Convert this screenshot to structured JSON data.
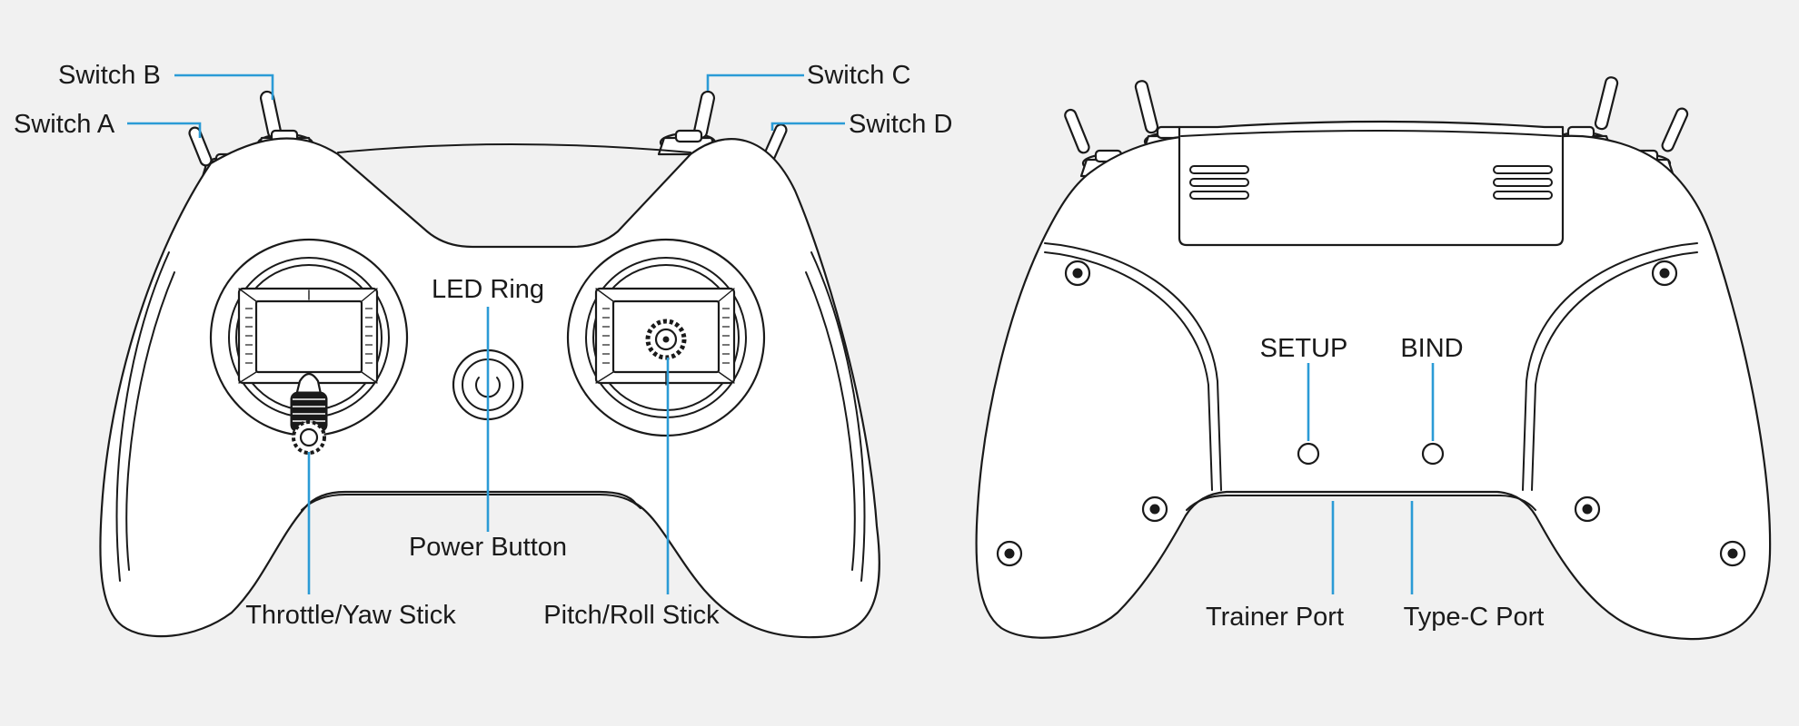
{
  "colors": {
    "background": "#f1f1f1",
    "outline": "#1a1a1a",
    "leader": "#2b9bd6",
    "body_fill": "#ffffff"
  },
  "front": {
    "switch_a": "Switch A",
    "switch_b": "Switch B",
    "switch_c": "Switch C",
    "switch_d": "Switch D",
    "led_ring": "LED Ring",
    "power_button": "Power Button",
    "throttle_yaw_stick": "Throttle/Yaw Stick",
    "pitch_roll_stick": "Pitch/Roll Stick"
  },
  "back": {
    "setup": "SETUP",
    "bind": "BIND",
    "trainer_port": "Trainer Port",
    "type_c_port": "Type-C Port"
  },
  "icons": [
    "power-icon",
    "toggle-switch-icon",
    "screw-icon",
    "gimbal-stick-icon"
  ]
}
